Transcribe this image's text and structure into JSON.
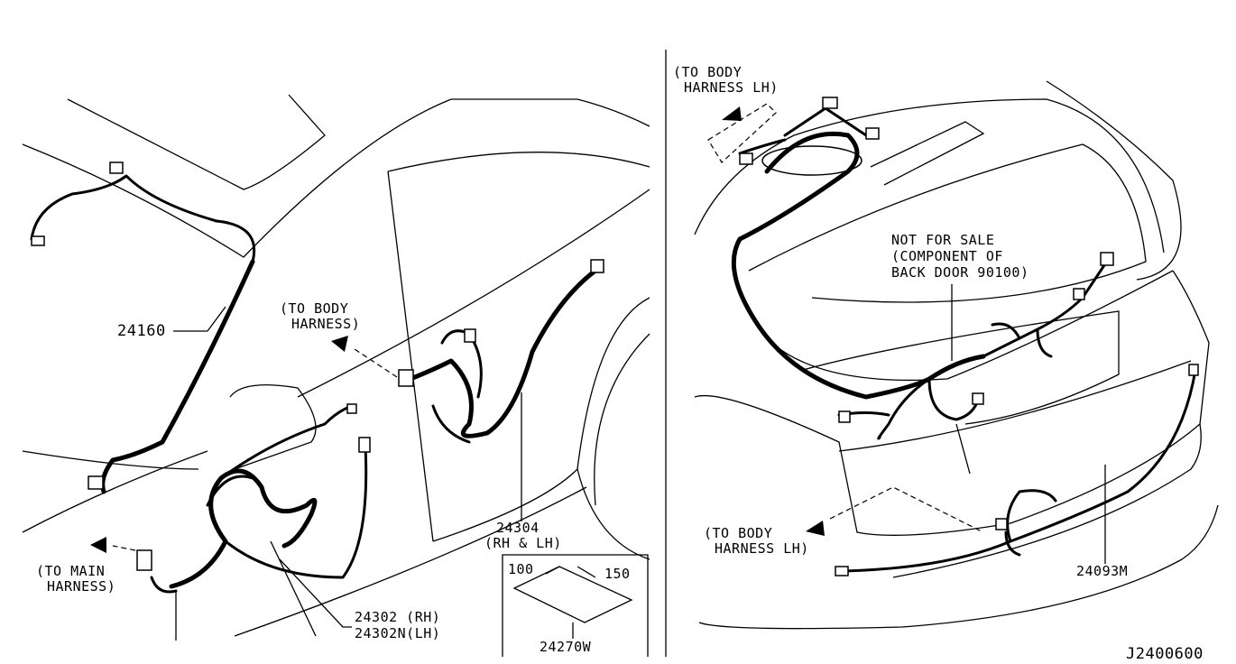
{
  "labels": {
    "p24160": "24160",
    "to_body_harness_left_1": "(TO BODY",
    "to_body_harness_left_2": "HARNESS)",
    "to_main_harness_1": "(TO MAIN",
    "to_main_harness_2": "HARNESS)",
    "p24302_rh": "24302  (RH)",
    "p24302n_lh": "24302N(LH)",
    "p24304": "24304",
    "p24304_side": "(RH & LH)",
    "dim_100": "100",
    "dim_150": "150",
    "p24270w": "24270W",
    "to_body_harness_lh_top_1": "(TO BODY",
    "to_body_harness_lh_top_2": "HARNESS LH)",
    "not_for_sale_1": "NOT FOR SALE",
    "not_for_sale_2": "(COMPONENT OF",
    "not_for_sale_3": "BACK DOOR 90100)",
    "to_body_harness_lh_bottom_1": "(TO BODY",
    "to_body_harness_lh_bottom_2": "HARNESS LH)",
    "p24093m": "24093M",
    "diagram_id": "J2400600"
  }
}
